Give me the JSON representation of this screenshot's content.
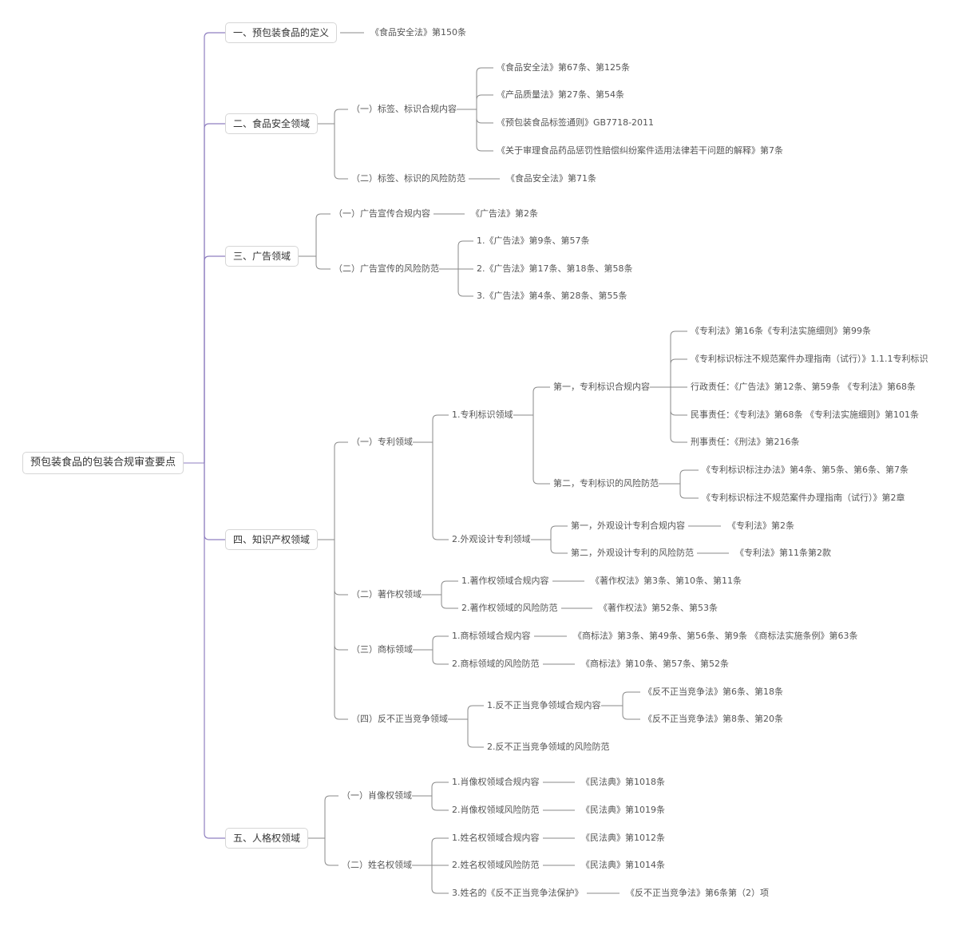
{
  "mindmap": {
    "root": "预包装食品的包装合规审查要点",
    "branches": [
      {
        "label": "一、预包装食品的定义",
        "children": [
          {
            "label": "《食品安全法》第150条"
          }
        ]
      },
      {
        "label": "二、食品安全领域",
        "children": [
          {
            "label": "（一）标签、标识合规内容",
            "children": [
              {
                "label": "《食品安全法》第67条、第125条"
              },
              {
                "label": "《产品质量法》第27条、第54条"
              },
              {
                "label": "《预包装食品标签通则》GB7718-2011"
              },
              {
                "label": "《关于审理食品药品惩罚性赔偿纠纷案件适用法律若干问题的解释》第7条"
              }
            ]
          },
          {
            "label": "（二）标签、标识的风险防范",
            "children": [
              {
                "label": "《食品安全法》第71条"
              }
            ]
          }
        ]
      },
      {
        "label": "三、广告领域",
        "children": [
          {
            "label": "（一）广告宣传合规内容",
            "children": [
              {
                "label": "《广告法》第2条"
              }
            ]
          },
          {
            "label": "（二）广告宣传的风险防范",
            "children": [
              {
                "label": "1.《广告法》第9条、第57条"
              },
              {
                "label": "2.《广告法》第17条、第18条、第58条"
              },
              {
                "label": "3.《广告法》第4条、第28条、第55条"
              }
            ]
          }
        ]
      },
      {
        "label": "四、知识产权领域",
        "children": [
          {
            "label": "（一）专利领域",
            "children": [
              {
                "label": "1.专利标识领域",
                "children": [
                  {
                    "label": "第一，专利标识合规内容",
                    "children": [
                      {
                        "label": "《专利法》第16条《专利法实施细则》第99条"
                      },
                      {
                        "label": "《专利标识标注不规范案件办理指南（试行）》1.1.1专利标识"
                      },
                      {
                        "label": "行政责任：《广告法》第12条、第59条 《专利法》第68条"
                      },
                      {
                        "label": "民事责任：《专利法》第68条 《专利法实施细则》第101条"
                      },
                      {
                        "label": "刑事责任：《刑法》第216条"
                      }
                    ]
                  },
                  {
                    "label": "第二，专利标识的风险防范",
                    "children": [
                      {
                        "label": "《专利标识标注办法》第4条、第5条、第6条、第7条"
                      },
                      {
                        "label": "《专利标识标注不规范案件办理指南（试行）》第2章"
                      }
                    ]
                  }
                ]
              },
              {
                "label": "2.外观设计专利领域",
                "children": [
                  {
                    "label": "第一，外观设计专利合规内容",
                    "children": [
                      {
                        "label": "《专利法》第2条"
                      }
                    ]
                  },
                  {
                    "label": "第二，外观设计专利的风险防范",
                    "children": [
                      {
                        "label": "《专利法》第11条第2款"
                      }
                    ]
                  }
                ]
              }
            ]
          },
          {
            "label": "（二）著作权领域",
            "children": [
              {
                "label": "1.著作权领域合规内容",
                "children": [
                  {
                    "label": "《著作权法》第3条、第10条、第11条"
                  }
                ]
              },
              {
                "label": "2.著作权领域的风险防范",
                "children": [
                  {
                    "label": "《著作权法》第52条、第53条"
                  }
                ]
              }
            ]
          },
          {
            "label": "（三）商标领域",
            "children": [
              {
                "label": "1.商标领域合规内容",
                "children": [
                  {
                    "label": "《商标法》第3条、第49条、第56条、第9条 《商标法实施条例》第63条"
                  }
                ]
              },
              {
                "label": "2.商标领域的风险防范",
                "children": [
                  {
                    "label": "《商标法》第10条、第57条、第52条"
                  }
                ]
              }
            ]
          },
          {
            "label": "（四）反不正当竞争领域",
            "children": [
              {
                "label": "1.反不正当竞争领域合规内容",
                "children": [
                  {
                    "label": "《反不正当竞争法》第6条、第18条"
                  },
                  {
                    "label": "《反不正当竞争法》第8条、第20条"
                  }
                ]
              },
              {
                "label": "2.反不正当竞争领域的风险防范"
              }
            ]
          }
        ]
      },
      {
        "label": "五、人格权领域",
        "children": [
          {
            "label": "（一）肖像权领域",
            "children": [
              {
                "label": "1.肖像权领域合规内容",
                "children": [
                  {
                    "label": "《民法典》第1018条"
                  }
                ]
              },
              {
                "label": "2.肖像权领域风险防范",
                "children": [
                  {
                    "label": "《民法典》第1019条"
                  }
                ]
              }
            ]
          },
          {
            "label": "（二）姓名权领域",
            "children": [
              {
                "label": "1.姓名权领域合规内容",
                "children": [
                  {
                    "label": "《民法典》第1012条"
                  }
                ]
              },
              {
                "label": "2.姓名权领域风险防范",
                "children": [
                  {
                    "label": "《民法典》第1014条"
                  }
                ]
              },
              {
                "label": "3.姓名的《反不正当竞争法保护》",
                "children": [
                  {
                    "label": "《反不正当竞争法》第6条第（2）项"
                  }
                ]
              }
            ]
          }
        ]
      }
    ]
  }
}
